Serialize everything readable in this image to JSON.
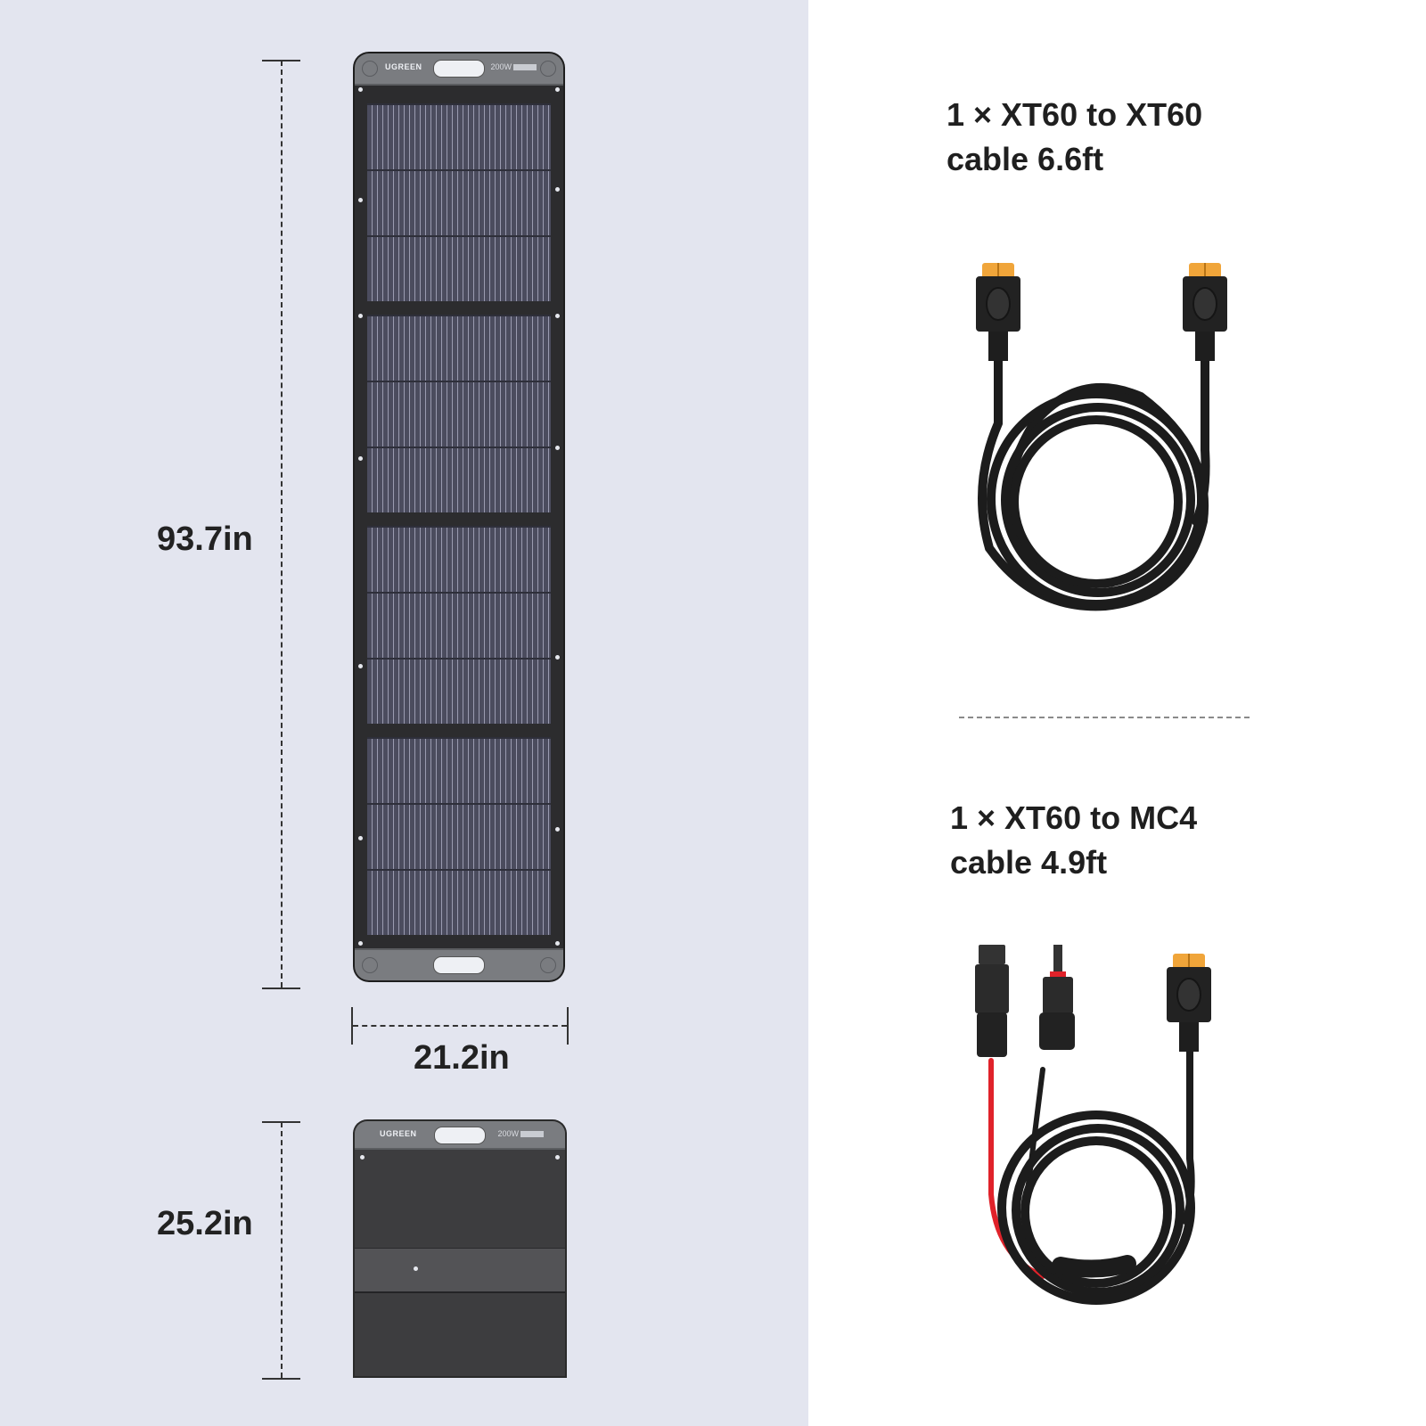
{
  "product": {
    "brand": "UGREEN",
    "wattage": "200W"
  },
  "dimensions": {
    "unfolded_height": "93.7in",
    "unfolded_width": "21.2in",
    "folded_height": "25.2in"
  },
  "accessories": [
    {
      "line1": "1 × XT60 to XT60",
      "line2": "cable 6.6ft",
      "connector_color": "#f0a53a",
      "cable_color": "#1c1c1c"
    },
    {
      "line1": "1 × XT60 to MC4",
      "line2": "cable 4.9ft",
      "connector_color": "#f0a53a",
      "cable_color": "#1c1c1c",
      "accent_wire_color": "#e0222a"
    }
  ],
  "colors": {
    "left_background": "#e3e5ef",
    "right_background": "#ffffff",
    "text": "#1f1f1f"
  }
}
